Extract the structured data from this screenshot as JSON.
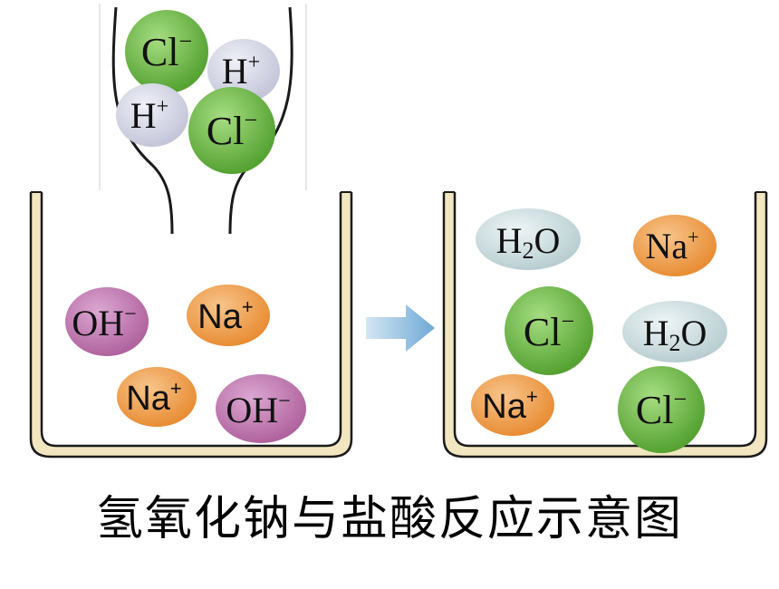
{
  "caption": "氢氧化钠与盐酸反应示意图",
  "colors": {
    "chloride": "#6cb446",
    "hydrogen": "#d4d6e4",
    "hydroxide": "#c07ab0",
    "sodium": "#ef9f4c",
    "water": "#cfdfe1",
    "beaker_wall": "#f1e6bf",
    "arrow": "#7fb4dc"
  },
  "icons": [
    "funnel",
    "beaker-left",
    "beaker-right",
    "reaction-arrow"
  ],
  "ions": {
    "funnel_cl_1": {
      "base": "Cl",
      "sup": "−",
      "sub": ""
    },
    "funnel_h_1": {
      "base": "H",
      "sup": "+",
      "sub": ""
    },
    "funnel_h_2": {
      "base": "H",
      "sup": "+",
      "sub": ""
    },
    "funnel_cl_2": {
      "base": "Cl",
      "sup": "−",
      "sub": ""
    },
    "left_oh_1": {
      "base": "OH",
      "sup": "−",
      "sub": ""
    },
    "left_na_1": {
      "base": "Na",
      "sup": "+",
      "sub": ""
    },
    "left_na_2": {
      "base": "Na",
      "sup": "+",
      "sub": ""
    },
    "left_oh_2": {
      "base": "OH",
      "sup": "−",
      "sub": ""
    },
    "right_h2o_1": {
      "base": "H",
      "sub": "2",
      "tail": "O"
    },
    "right_na_1": {
      "base": "Na",
      "sup": "+",
      "sub": ""
    },
    "right_cl_1": {
      "base": "Cl",
      "sup": "−",
      "sub": ""
    },
    "right_h2o_2": {
      "base": "H",
      "sub": "2",
      "tail": "O"
    },
    "right_na_2": {
      "base": "Na",
      "sup": "+",
      "sub": ""
    },
    "right_cl_2": {
      "base": "Cl",
      "sup": "−",
      "sub": ""
    }
  }
}
